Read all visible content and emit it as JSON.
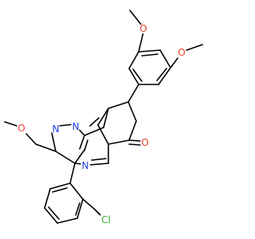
{
  "colors": {
    "bond": "#000000",
    "oxygen": "#e8402a",
    "nitrogen": "#1f3fe0",
    "chlorine": "#33aa33"
  },
  "atoms": {
    "o_top_methoxy": "O",
    "o_right_methoxy": "O",
    "o_left_methoxy": "O",
    "n_pyrazole_left": "N",
    "n_pyrazole_right": "N",
    "n_pyrimidine": "N",
    "o_ketone": "O",
    "cl": "Cl"
  }
}
